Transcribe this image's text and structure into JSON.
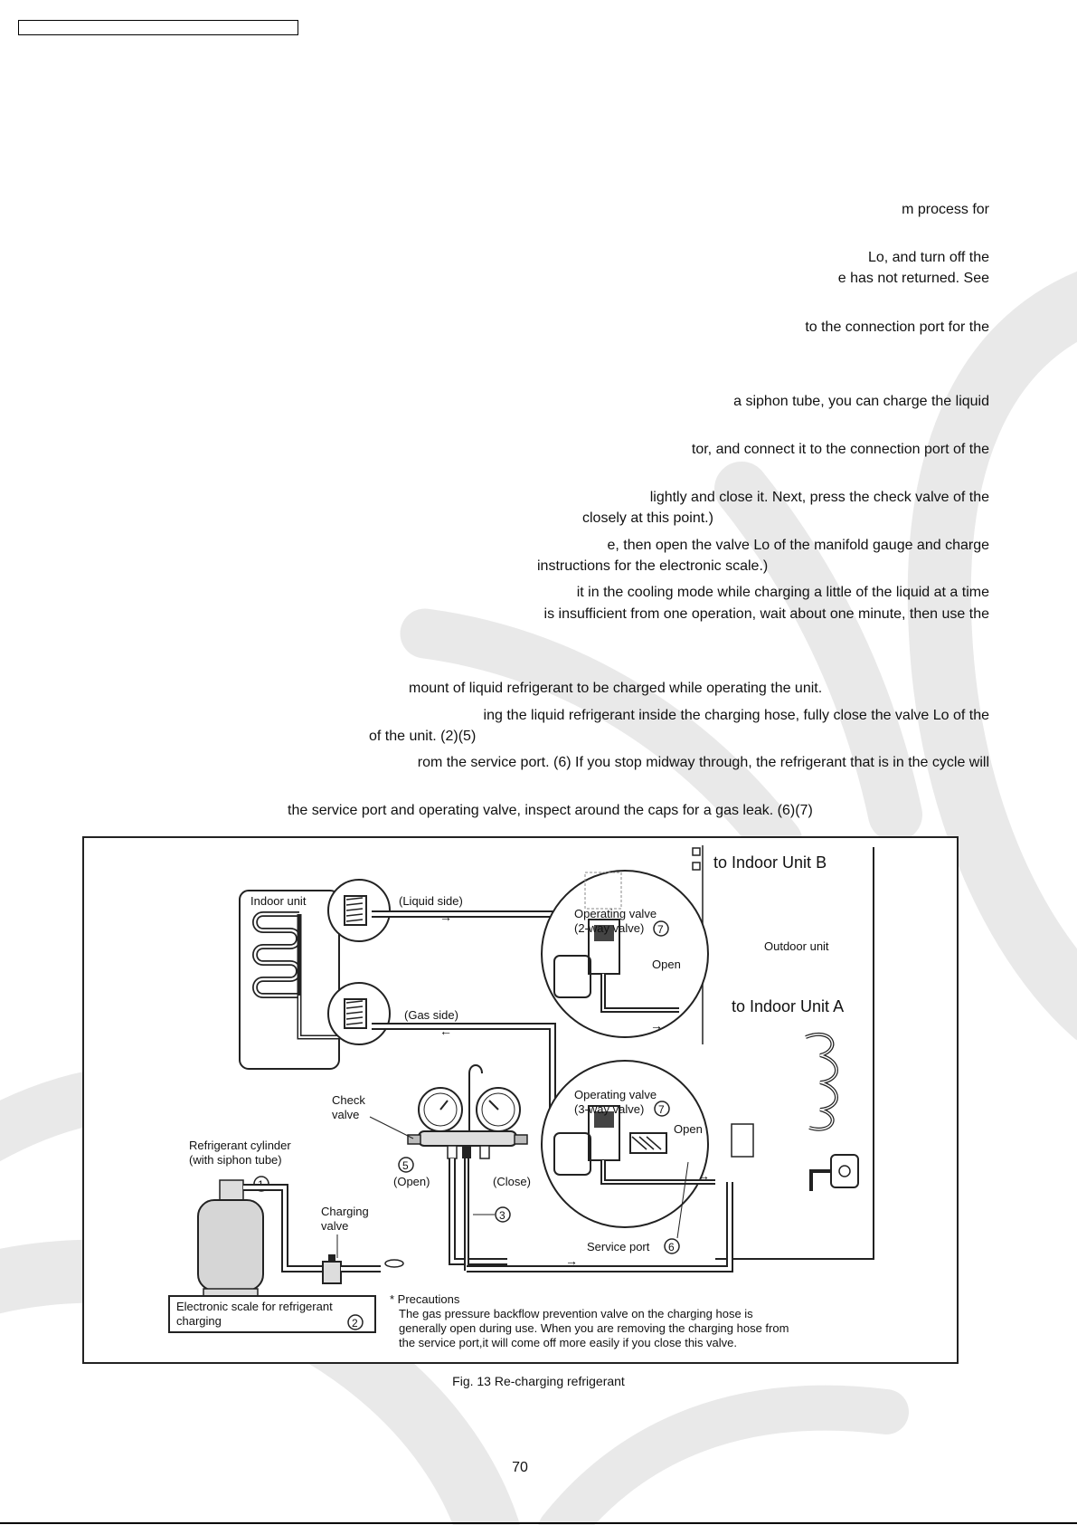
{
  "lines": [
    "m process for",
    "Lo, and turn off the",
    "e has not returned. See",
    "to the connection port for the",
    "a siphon tube, you can charge the liquid",
    "tor, and connect it to the connection port of the",
    "lightly and close it. Next, press the check valve of the",
    "closely at this point.)",
    "e, then open the valve Lo of the manifold gauge and charge",
    "instructions for the electronic scale.)",
    "it in the cooling mode while charging a little of the liquid at a time",
    "is insufficient from one operation, wait about one minute, then use the",
    "mount of liquid refrigerant to be charged while operating the unit.",
    "ing the liquid refrigerant inside the charging hose, fully close the valve Lo of the",
    "of the unit. (2)(5)",
    "rom the service port. (6) If you stop midway through, the refrigerant that is in the cycle will",
    "the service port and operating valve, inspect around the caps for a gas leak. (6)(7)"
  ],
  "figure": {
    "to_indoor_b": "to Indoor Unit  B",
    "to_indoor_a": "to Indoor Unit  A",
    "indoor_unit": "Indoor unit",
    "outdoor_unit": "Outdoor unit",
    "liquid_side": "(Liquid side)",
    "gas_side": "(Gas side)",
    "op_valve_2way_l1": "Operating valve",
    "op_valve_2way_l2": "(2-way valve)",
    "op_valve_3way_l1": "Operating valve",
    "op_valve_3way_l2": "(3-way valve)",
    "open": "Open",
    "check_valve_l1": "Check",
    "check_valve_l2": "valve",
    "cylinder_l1": "Refrigerant cylinder",
    "cylinder_l2": "(with siphon tube)",
    "open_paren": "(Open)",
    "close_paren": "(Close)",
    "charging_valve_l1": "Charging",
    "charging_valve_l2": "valve",
    "service_port": "Service port",
    "scale_l1": "Electronic scale for refrigerant",
    "scale_l2": "charging",
    "precautions_title": "* Precautions",
    "precautions_l1": "The gas pressure backflow prevention valve on the charging hose is",
    "precautions_l2": "generally open during use. When you are removing the charging hose from",
    "precautions_l3": "the service port,it will come off more easily if you close this valve.",
    "n1": "1",
    "n2": "2",
    "n3": "3",
    "n5": "5",
    "n6": "6",
    "n7a": "7",
    "n7b": "7"
  },
  "caption": "Fig. 13 Re-charging refrigerant",
  "page_number": "70"
}
